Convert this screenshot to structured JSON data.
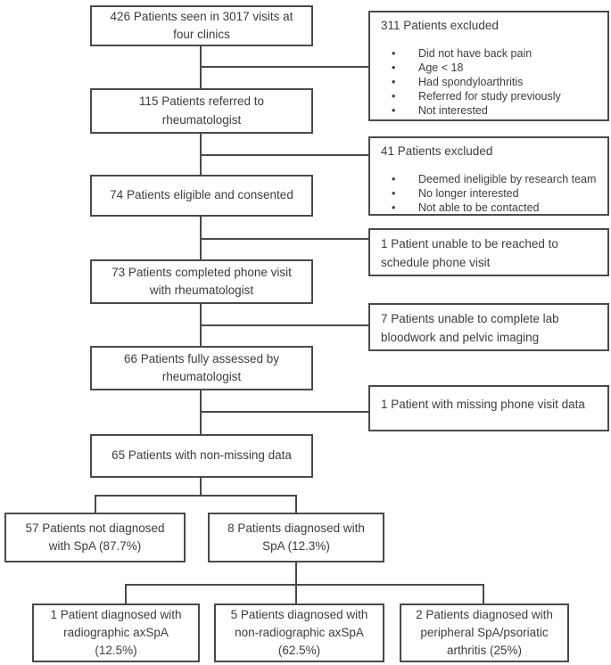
{
  "flowchart": {
    "colors": {
      "border": "#4a4a4a",
      "text": "#3d3d3d",
      "background": "#ffffff"
    },
    "main": {
      "box1": "426 Patients seen in 3017 visits at four clinics",
      "box2": "115 Patients referred to rheumatologist",
      "box3": "74 Patients eligible and consented",
      "box4": "73 Patients completed phone visit with rheumatologist",
      "box5": "66 Patients fully assessed by rheumatologist",
      "box6": "65 Patients with non-missing data"
    },
    "side": {
      "excluded1": {
        "title": "311 Patients excluded",
        "bullets": [
          "Did not have back pain",
          "Age < 18",
          "Had spondyloarthritis",
          "Referred for study previously",
          "Not interested"
        ]
      },
      "excluded2": {
        "title": "41 Patients excluded",
        "bullets": [
          "Deemed ineligible by research team",
          "No longer interested",
          "Not able to be contacted"
        ]
      },
      "dropout1": "1 Patient unable to be reached to schedule phone visit",
      "dropout2": "7 Patients unable to complete lab bloodwork and pelvic imaging",
      "dropout3": "1 Patient with missing phone visit data"
    },
    "outcomes": {
      "not_diagnosed": "57 Patients not diagnosed with SpA (87.7%)",
      "diagnosed": "8 Patients diagnosed with SpA (12.3%)"
    },
    "subtypes": {
      "radiographic": "1 Patient diagnosed with radiographic axSpA (12.5%)",
      "non_radiographic": "5 Patients diagnosed with non-radiographic axSpA (62.5%)",
      "peripheral": "2 Patients diagnosed with peripheral SpA/psoriatic arthritis (25%)"
    }
  }
}
